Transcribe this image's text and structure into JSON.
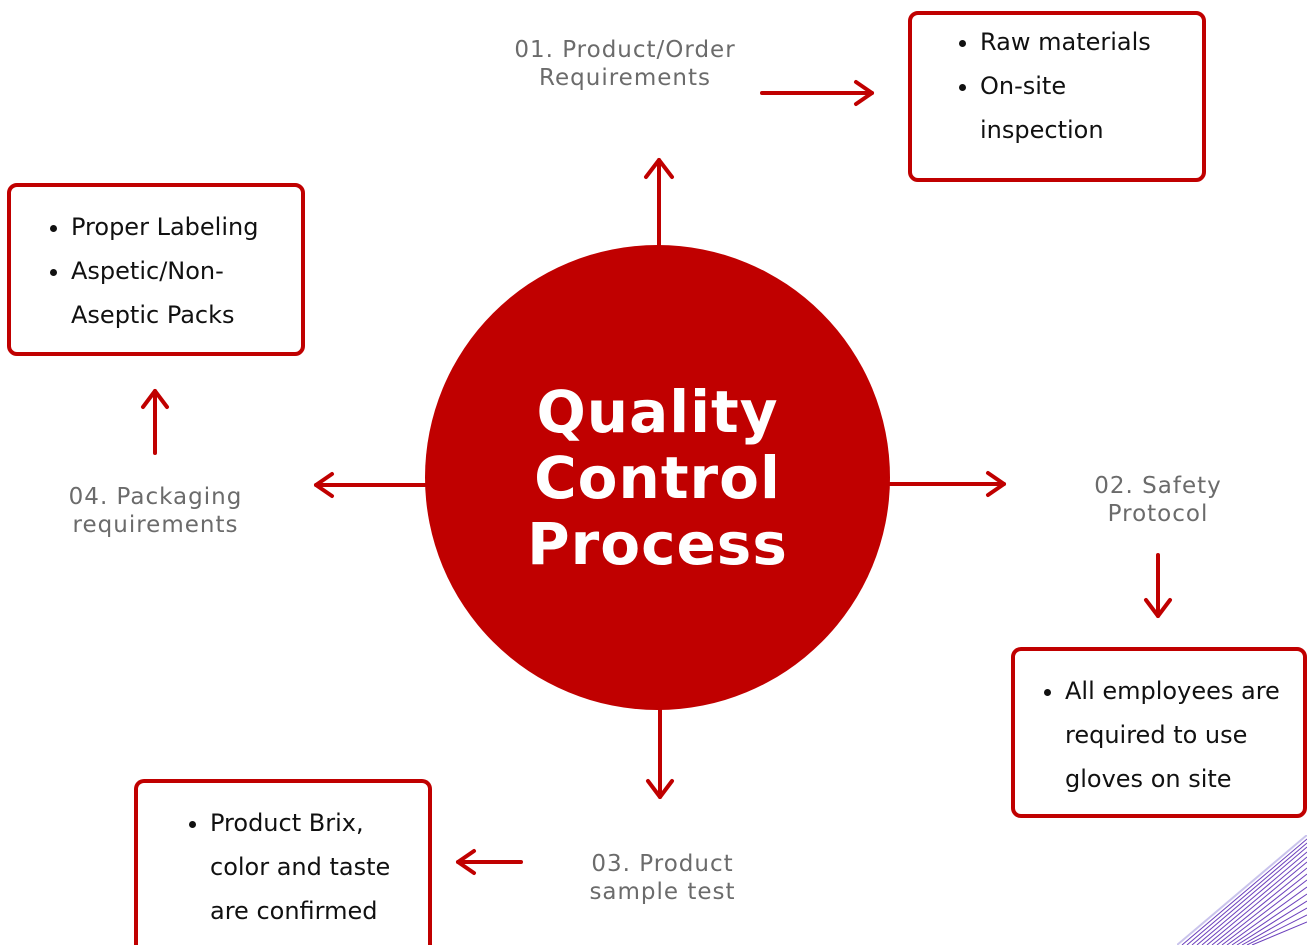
{
  "title": {
    "line1": "Quality",
    "line2": "Control",
    "line3": "Process"
  },
  "steps": {
    "step1": {
      "label": "01. Product/Order\nRequirements",
      "items": [
        "Raw materials",
        "On-site inspection"
      ]
    },
    "step2": {
      "label": "02.  Safety\nProtocol",
      "items": [
        "All employees are required to use gloves on site"
      ]
    },
    "step3": {
      "label": "03. Product\nsample test",
      "items": [
        "Product Brix, color and taste are confirmed"
      ]
    },
    "step4": {
      "label": "04. Packaging\nrequirements",
      "items": [
        "Proper Labeling",
        "Aspetic/Non-Aseptic Packs"
      ]
    }
  },
  "colors": {
    "accent": "#c00000",
    "label_text": "#6b6b6b",
    "body_text": "#111111",
    "decoration": "#5b2bb5"
  }
}
